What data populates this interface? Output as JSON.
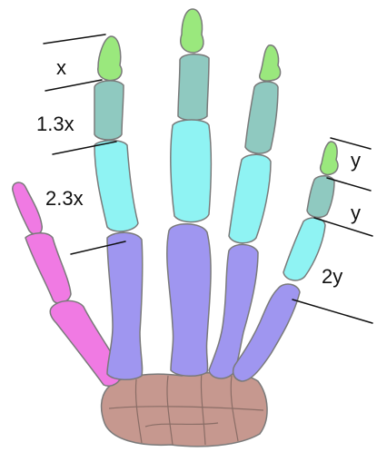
{
  "labels": {
    "index_distal": "x",
    "index_middle": "1.3x",
    "index_proximal": "2.3x",
    "little_distal": "y",
    "little_middle": "y",
    "little_proximal": "2y"
  },
  "colors": {
    "distal_phalanx": "#9ae87d",
    "middle_phalanx": "#8fc9c0",
    "proximal_phalanx": "#8ff3f3",
    "metacarpal": "#9f96f0",
    "thumb": "#f07ae3",
    "carpals": "#c6988f",
    "outline": "#7a7a7a",
    "guide_line": "#111111"
  }
}
